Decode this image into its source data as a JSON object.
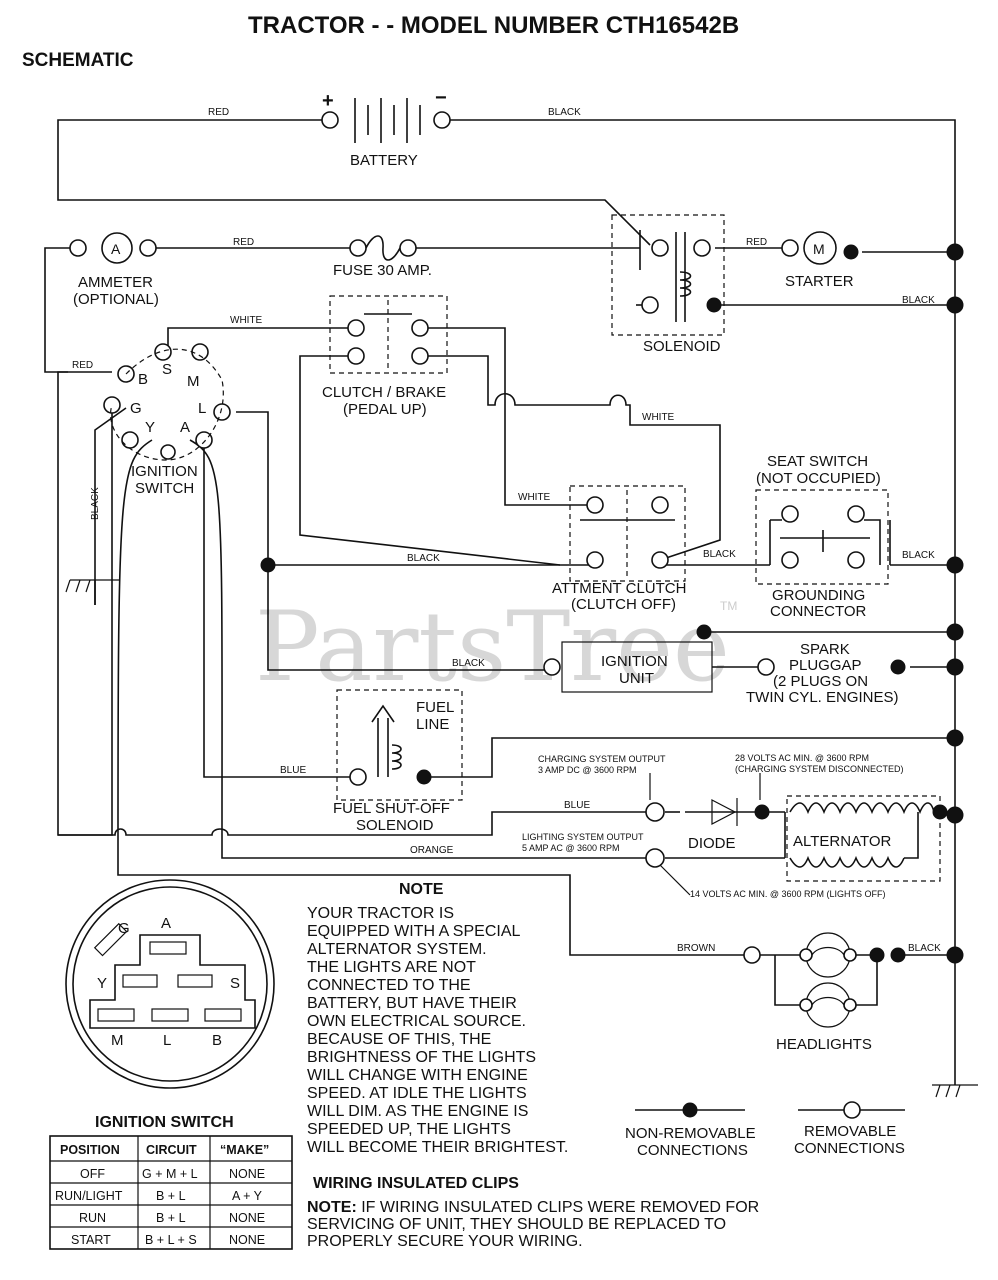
{
  "title": "TRACTOR - - MODEL NUMBER CTH16542B",
  "subtitle": "SCHEMATIC",
  "watermark": "PartsTree",
  "watermark_tm": "TM",
  "components": {
    "battery": "BATTERY",
    "battery_plus": "+",
    "battery_minus": "−",
    "ammeter_1": "AMMETER",
    "ammeter_2": "(OPTIONAL)",
    "ammeter_symbol": "A",
    "fuse": "FUSE 30 AMP.",
    "solenoid": "SOLENOID",
    "starter": "STARTER",
    "starter_symbol": "M",
    "clutch_brake_1": "CLUTCH / BRAKE",
    "clutch_brake_2": "(PEDAL UP)",
    "ignition_switch_1": "IGNITION",
    "ignition_switch_2": "SWITCH",
    "seat_switch_1": "SEAT SWITCH",
    "seat_switch_2": "(NOT OCCUPIED)",
    "attachment_clutch_1": "ATTMENT CLUTCH",
    "attachment_clutch_2": "(CLUTCH OFF)",
    "grounding_1": "GROUNDING",
    "grounding_2": "CONNECTOR",
    "ignition_unit_1": "IGNITION",
    "ignition_unit_2": "UNIT",
    "spark_1": "SPARK",
    "spark_2": "PLUGGAP",
    "spark_3": "(2 PLUGS ON",
    "spark_4": "TWIN CYL. ENGINES)",
    "fuel_line_1": "FUEL",
    "fuel_line_2": "LINE",
    "fuel_solenoid_1": "FUEL SHUT-OFF",
    "fuel_solenoid_2": "SOLENOID",
    "charging_1": "CHARGING SYSTEM OUTPUT",
    "charging_2": "3 AMP DC @ 3600 RPM",
    "volts28_1": "28 VOLTS AC MIN. @ 3600 RPM",
    "volts28_2": "(CHARGING SYSTEM DISCONNECTED)",
    "diode": "DIODE",
    "alternator": "ALTERNATOR",
    "lighting_1": "LIGHTING SYSTEM OUTPUT",
    "lighting_2": "5 AMP AC @ 3600 RPM",
    "volts14": "14 VOLTS AC MIN. @ 3600 RPM (LIGHTS OFF)",
    "headlights": "HEADLIGHTS"
  },
  "switch_pins": {
    "B": "B",
    "S": "S",
    "M": "M",
    "G": "G",
    "L": "L",
    "Y": "Y",
    "A": "A"
  },
  "wires": {
    "red_top": "RED",
    "black_top": "BLACK",
    "red_ammeter": "RED",
    "red_starter": "RED",
    "black_solenoid": "BLACK",
    "white_switch": "WHITE",
    "red_switch": "RED",
    "black_vertical": "BLACK",
    "white_clutch": "WHITE",
    "white_att": "WHITE",
    "black_main": "BLACK",
    "black_att": "BLACK",
    "black_seat": "BLACK",
    "black_ign": "BLACK",
    "blue_fuel": "BLUE",
    "blue_charge": "BLUE",
    "orange": "ORANGE",
    "brown": "BROWN",
    "black_head": "BLACK"
  },
  "note": {
    "heading": "NOTE",
    "lines": [
      "YOUR TRACTOR IS",
      "EQUIPPED WITH A SPECIAL",
      "ALTERNATOR SYSTEM.",
      "THE LIGHTS ARE NOT",
      "CONNECTED TO THE",
      "BATTERY, BUT HAVE THEIR",
      "OWN ELECTRICAL SOURCE.",
      "BECAUSE OF THIS, THE",
      "BRIGHTNESS OF THE LIGHTS",
      "WILL CHANGE WITH ENGINE",
      "SPEED.  AT IDLE THE LIGHTS",
      "WILL DIM.  AS THE ENGINE IS",
      "SPEEDED UP, THE LIGHTS",
      "WILL BECOME THEIR BRIGHTEST."
    ]
  },
  "connector_face": {
    "G": "G",
    "A": "A",
    "Y": "Y",
    "S": "S",
    "M": "M",
    "L": "L",
    "B": "B"
  },
  "ignition_table": {
    "caption": "IGNITION SWITCH",
    "headers": [
      "POSITION",
      "CIRCUIT",
      "“MAKE”"
    ],
    "rows": [
      [
        "OFF",
        "G + M + L",
        "NONE"
      ],
      [
        "RUN/LIGHT",
        "B + L",
        "A + Y"
      ],
      [
        "RUN",
        "B + L",
        "NONE"
      ],
      [
        "START",
        "B + L + S",
        "NONE"
      ]
    ]
  },
  "legend": {
    "nonremovable_1": "NON-REMOVABLE",
    "nonremovable_2": "CONNECTIONS",
    "removable_1": "REMOVABLE",
    "removable_2": "CONNECTIONS"
  },
  "clips": {
    "heading": "WIRING INSULATED CLIPS",
    "note_label": "NOTE:",
    "note_lines": [
      " IF WIRING INSULATED CLIPS WERE REMOVED FOR",
      "SERVICING OF UNIT, THEY SHOULD BE REPLACED TO",
      "PROPERLY SECURE YOUR WIRING."
    ]
  }
}
